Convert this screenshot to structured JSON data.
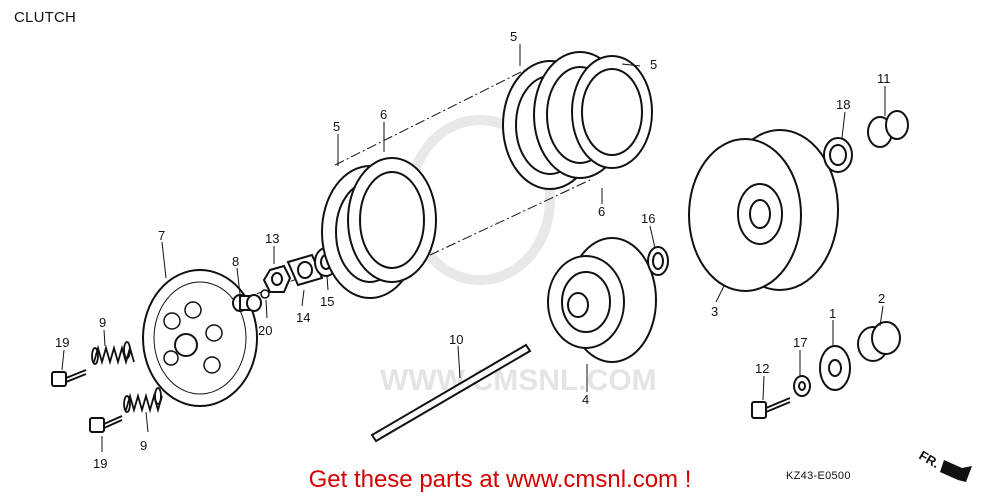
{
  "title": "CLUTCH",
  "banner": "Get these parts at www.cmsnl.com !",
  "watermark": "WWW.CMSNL.COM",
  "ref_code": "KZ43-E0500",
  "direction_label": "FR.",
  "callouts": {
    "c1": "1",
    "c2": "2",
    "c3": "3",
    "c4": "4",
    "c5a": "5",
    "c5b": "5",
    "c5c": "5",
    "c6a": "6",
    "c6b": "6",
    "c7": "7",
    "c8": "8",
    "c9a": "9",
    "c9b": "9",
    "c10": "10",
    "c11": "11",
    "c12": "12",
    "c13": "13",
    "c14": "14",
    "c15": "15",
    "c16": "16",
    "c17": "17",
    "c18": "18",
    "c19a": "19",
    "c19b": "19",
    "c20": "20"
  },
  "colors": {
    "line": "#111111",
    "banner": "#d40000",
    "watermark": "#e4e4e4"
  }
}
